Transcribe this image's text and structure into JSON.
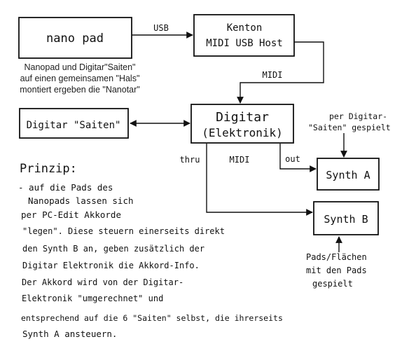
{
  "boxes": {
    "nanopad": "nano pad",
    "kenton_line1": "Kenton",
    "kenton_line2": "MIDI USB Host",
    "digitar_strings": "Digitar \"Saiten\"",
    "digitar_line1": "Digitar",
    "digitar_line2": "(Elektronik)",
    "synth_a": "Synth A",
    "synth_b": "Synth B"
  },
  "wire_labels": {
    "usb": "USB",
    "midi_top": "MIDI",
    "thru": "thru",
    "midi_mid": "MIDI",
    "out": "out"
  },
  "caption": [
    "Nanopad und Digitar\"Saiten\"",
    "auf einen gemeinsamen \"Hals\"",
    "montiert ergeben die \"Nanotar\""
  ],
  "annotations": {
    "synth_a_note": [
      "per Digitar-",
      "\"Saiten\" gespielt"
    ],
    "synth_b_note": [
      "Pads/Flächen",
      "mit den Pads",
      "gespielt"
    ]
  },
  "principle": {
    "heading": "Prinzip:",
    "lines": [
      "- auf die Pads des",
      "Nanopads lassen sich",
      "per PC-Edit Akkorde",
      "\"legen\". Diese steuern einerseits direkt",
      "den Synth B an, geben zusätzlich der",
      "Digitar Elektronik die Akkord-Info.",
      "Der Akkord wird von der Digitar-",
      "Elektronik \"umgerechnet\" und",
      "entsprechend auf die 6 \"Saiten\" selbst, die ihrerseits",
      "Synth A ansteuern."
    ]
  }
}
